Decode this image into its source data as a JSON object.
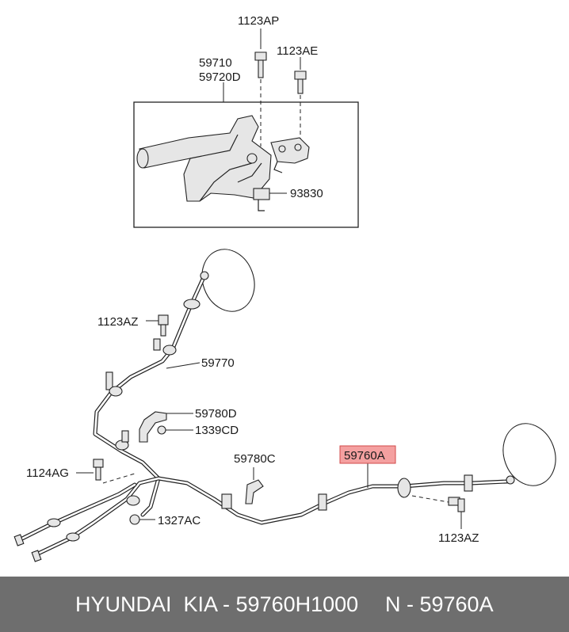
{
  "labels": {
    "p1123AP": "1123AP",
    "p1123AE": "1123AE",
    "p59710": "59710",
    "p59720D": "59720D",
    "p93830": "93830",
    "p1123AZ_top": "1123AZ",
    "p59770": "59770",
    "p59780D": "59780D",
    "p1339CD": "1339CD",
    "p59780C": "59780C",
    "p59760A": "59760A",
    "p1124AG": "1124AG",
    "p1327AC": "1327AC",
    "p1123AZ_bottom": "1123AZ"
  },
  "footer": {
    "left": "HYUNDAI  KIA - 59760H1000",
    "right": "N - 59760A"
  },
  "colors": {
    "highlight_fill": "#f4a0a0",
    "highlight_stroke": "#d24a4a",
    "footer_bg": "#6e6e6e",
    "footer_text": "#ffffff"
  }
}
